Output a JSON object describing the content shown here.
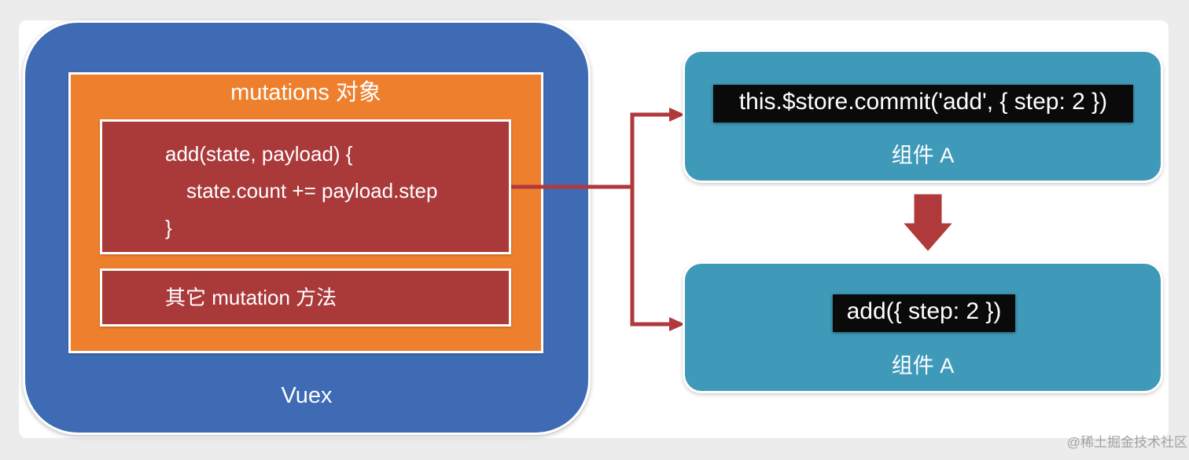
{
  "vuex": {
    "label": "Vuex"
  },
  "mutations": {
    "title": "mutations 对象",
    "add_code": [
      "add(state, payload) {",
      "state.count += payload.step",
      "}"
    ],
    "other_label": "其它 mutation 方法"
  },
  "components": [
    {
      "code": "this.$store.commit('add', { step: 2 })",
      "label": "组件 A"
    },
    {
      "code": "add({ step: 2 })",
      "label": "组件 A"
    }
  ],
  "watermark": "@稀土掘金技术社区",
  "colors": {
    "vuex_blue": "#3e6bb4",
    "mutations_orange": "#ee7f2d",
    "mutation_red": "#aa393a",
    "component_teal": "#3f9ab9",
    "arrow_red": "#b03a3b"
  }
}
